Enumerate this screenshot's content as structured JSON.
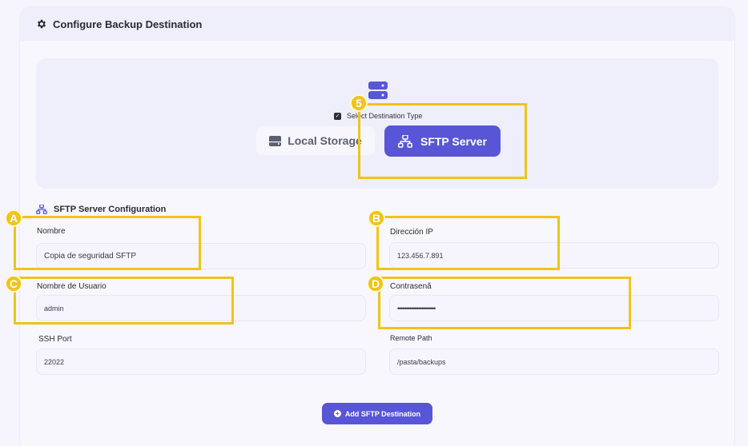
{
  "header": {
    "title": "Configure Backup Destination",
    "icon": "gear-icon"
  },
  "destination": {
    "select_label": "Select Destination Type",
    "options": [
      {
        "label": "Local Storage",
        "icon": "hard-drive-icon",
        "selected": false
      },
      {
        "label": "SFTP Server",
        "icon": "network-icon",
        "selected": true
      }
    ]
  },
  "sftp_config": {
    "title": "SFTP Server Configuration",
    "fields": {
      "name": {
        "label": "Nombre",
        "value": "Copia de seguridad SFTP"
      },
      "ip": {
        "label": "Dirección IP",
        "value": "123.456.7.891"
      },
      "username": {
        "label": "Nombre de Usuario",
        "value": "admin"
      },
      "password": {
        "label": "Contrasenã",
        "value": "••••••••••••••••••••••"
      },
      "ssh_port": {
        "label": "SSH Port",
        "value": "22022"
      },
      "remote_path": {
        "label": "Remote Path",
        "value": "/pasta/backups"
      }
    },
    "add_button": "Add SFTP Destination"
  },
  "annotations": {
    "step": "5",
    "a": "A",
    "b": "B",
    "c": "C",
    "d": "D"
  },
  "colors": {
    "accent": "#5856d6",
    "highlight": "#f0c419"
  }
}
